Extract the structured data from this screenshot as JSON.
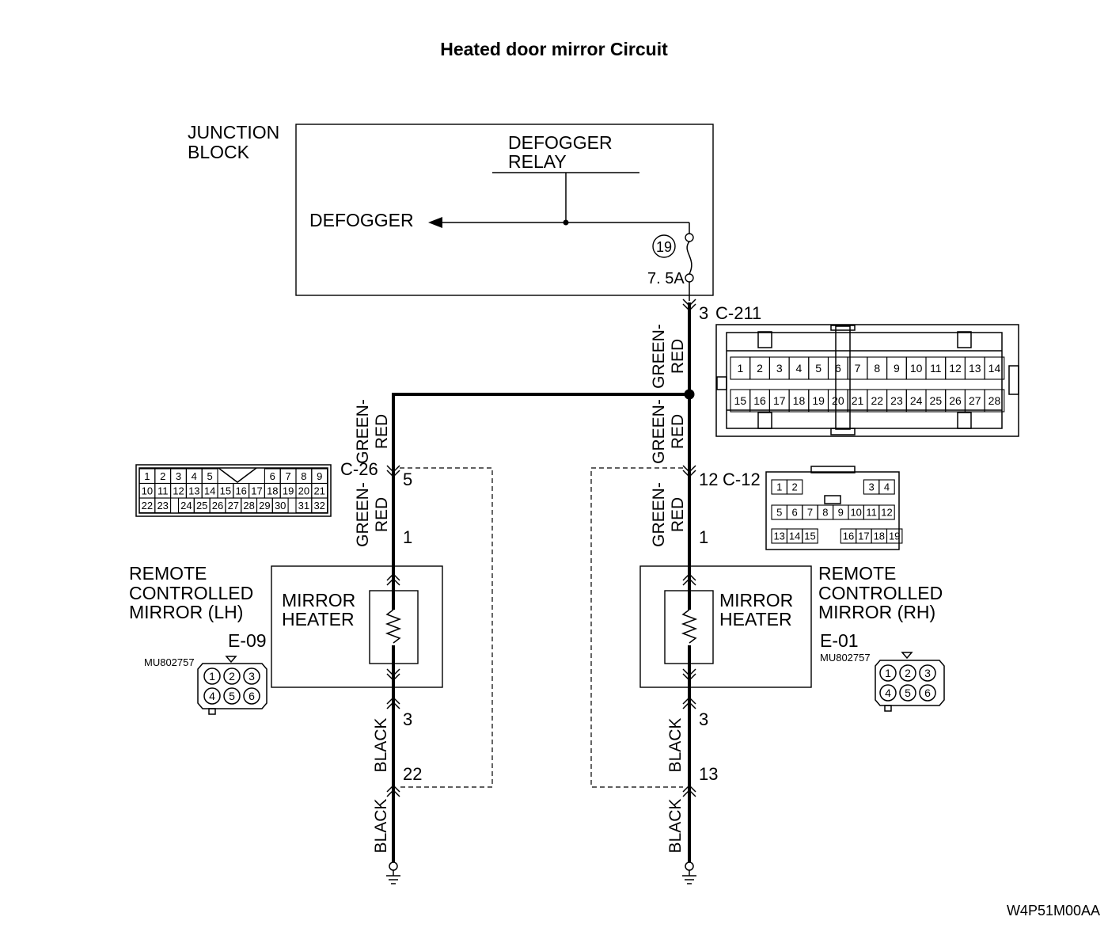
{
  "title": "Heated door mirror Circuit",
  "junction_block": {
    "label_line1": "JUNCTION",
    "label_line2": "BLOCK",
    "relay_line1": "DEFOGGER",
    "relay_line2": "RELAY",
    "defogger": "DEFOGGER",
    "fuse_number": "19",
    "fuse_rating": "7. 5A"
  },
  "connectors": {
    "c211": {
      "pin": "3",
      "name": "C-211",
      "row1": [
        "1",
        "2",
        "3",
        "4",
        "5",
        "6",
        "7",
        "8",
        "9",
        "10",
        "11",
        "12",
        "13",
        "14"
      ],
      "row2": [
        "15",
        "16",
        "17",
        "18",
        "19",
        "20",
        "21",
        "22",
        "23",
        "24",
        "25",
        "26",
        "27",
        "28"
      ]
    },
    "c26": {
      "pin_in": "5",
      "name": "C-26",
      "pin_out": "22",
      "row1": [
        "1",
        "2",
        "3",
        "4",
        "5",
        "6",
        "7",
        "8",
        "9"
      ],
      "row2": [
        "10",
        "11",
        "12",
        "13",
        "14",
        "15",
        "16",
        "17",
        "18",
        "19",
        "20",
        "21"
      ],
      "row3": [
        "22",
        "23",
        "24",
        "25",
        "26",
        "27",
        "28",
        "29",
        "30",
        "31",
        "32"
      ]
    },
    "c12": {
      "pin_in": "12",
      "name": "C-12",
      "pin_out": "13",
      "row1": [
        "1",
        "2",
        "3",
        "4"
      ],
      "row2": [
        "5",
        "6",
        "7",
        "8",
        "9",
        "10",
        "11",
        "12"
      ],
      "row3": [
        "13",
        "14",
        "15",
        "16",
        "17",
        "18",
        "19"
      ]
    },
    "e09": {
      "name": "E-09",
      "part": "MU802757",
      "pins": [
        "1",
        "2",
        "3",
        "4",
        "5",
        "6"
      ]
    },
    "e01": {
      "name": "E-01",
      "part": "MU802757",
      "pins": [
        "1",
        "2",
        "3",
        "4",
        "5",
        "6"
      ]
    }
  },
  "wires": {
    "green_red_line1": "GREEN-",
    "green_red_line2": "RED",
    "black": "BLACK"
  },
  "mirror_lh": {
    "label_line1": "REMOTE",
    "label_line2": "CONTROLLED",
    "label_line3": "MIRROR (LH)",
    "heater_line1": "MIRROR",
    "heater_line2": "HEATER",
    "pin_in": "1",
    "pin_out": "3"
  },
  "mirror_rh": {
    "label_line1": "REMOTE",
    "label_line2": "CONTROLLED",
    "label_line3": "MIRROR (RH)",
    "heater_line1": "MIRROR",
    "heater_line2": "HEATER",
    "pin_in": "1",
    "pin_out": "3"
  },
  "figure_code": "W4P51M00AA"
}
